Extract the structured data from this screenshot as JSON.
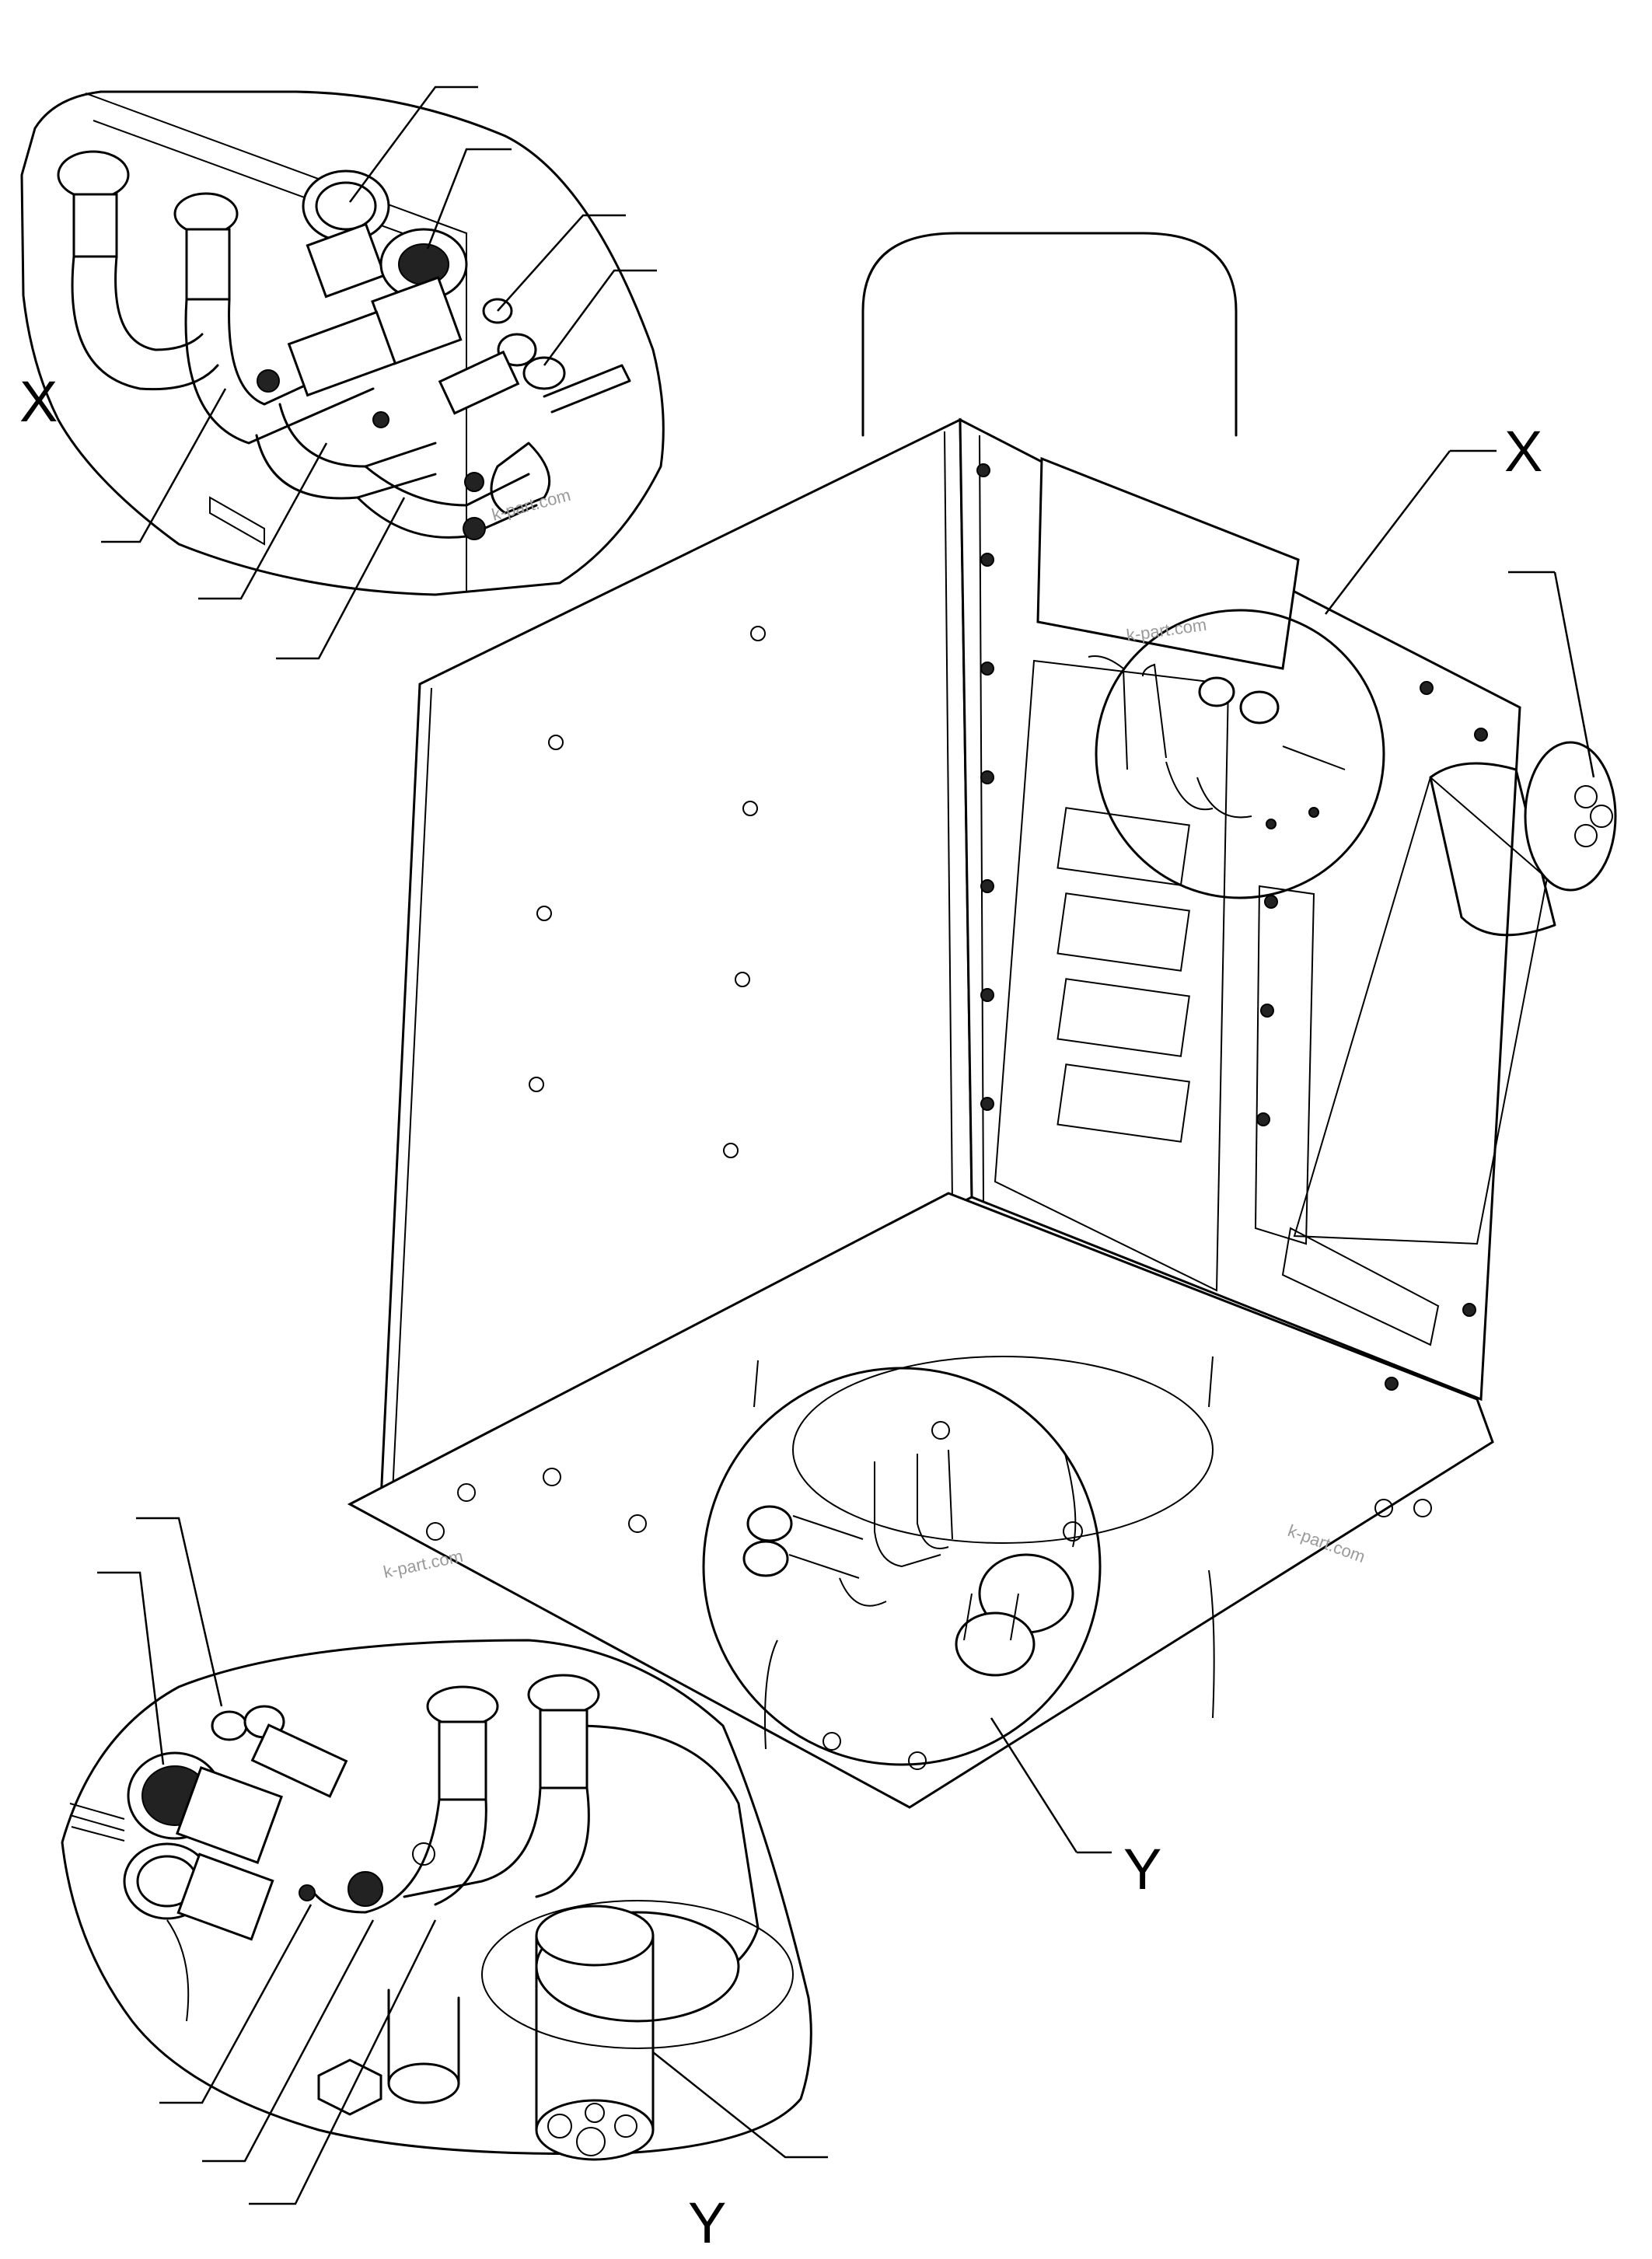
{
  "views": {
    "x_detail_label": "X",
    "x_callout_label": "X",
    "y_callout_label": "Y",
    "y_detail_label": "Y"
  },
  "watermark": {
    "text": "k-part.com"
  }
}
